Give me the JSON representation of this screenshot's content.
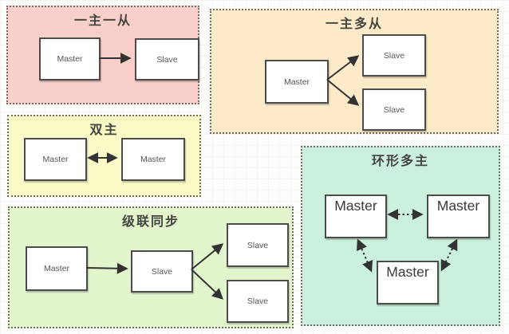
{
  "panels": [
    {
      "title": "一主一从",
      "bg": "#f9cfc9",
      "nodes": [
        {
          "label": "Master"
        },
        {
          "label": "Slave"
        }
      ],
      "edges": [
        {
          "from": "Master",
          "to": "Slave",
          "line": "solid",
          "direction": "one-way"
        }
      ]
    },
    {
      "title": "一主多从",
      "bg": "#fdeac9",
      "nodes": [
        {
          "label": "Master"
        },
        {
          "label": "Slave"
        },
        {
          "label": "Slave"
        }
      ],
      "edges": [
        {
          "from": "Master",
          "to": "Slave (top)",
          "line": "solid",
          "direction": "one-way"
        },
        {
          "from": "Master",
          "to": "Slave (bottom)",
          "line": "solid",
          "direction": "one-way"
        }
      ]
    },
    {
      "title": "双主",
      "bg": "#fafac6",
      "nodes": [
        {
          "label": "Master"
        },
        {
          "label": "Master"
        }
      ],
      "edges": [
        {
          "from": "Master (left)",
          "to": "Master (right)",
          "line": "solid",
          "direction": "two-way"
        }
      ]
    },
    {
      "title": "级联同步",
      "bg": "#e2f5cd",
      "nodes": [
        {
          "label": "Master"
        },
        {
          "label": "Slave"
        },
        {
          "label": "Slave"
        },
        {
          "label": "Slave"
        }
      ],
      "edges": [
        {
          "from": "Master",
          "to": "Slave (middle)",
          "line": "solid",
          "direction": "one-way"
        },
        {
          "from": "Slave (middle)",
          "to": "Slave (top)",
          "line": "solid",
          "direction": "one-way"
        },
        {
          "from": "Slave (middle)",
          "to": "Slave (bottom)",
          "line": "solid",
          "direction": "one-way"
        }
      ]
    },
    {
      "title": "环形多主",
      "bg": "#cbf1de",
      "nodes": [
        {
          "label": "Master"
        },
        {
          "label": "Master"
        },
        {
          "label": "Master"
        }
      ],
      "edges": [
        {
          "from": "Master (top-left)",
          "to": "Master (top-right)",
          "line": "dotted",
          "direction": "two-way"
        },
        {
          "from": "Master (top-left)",
          "to": "Master (bottom)",
          "line": "dotted",
          "direction": "two-way"
        },
        {
          "from": "Master (top-right)",
          "to": "Master (bottom)",
          "line": "dotted",
          "direction": "two-way"
        }
      ]
    }
  ],
  "colors": {
    "panel_one_master_one_slave": "#f9cfc9",
    "panel_one_master_multi_slave": "#fdeac9",
    "panel_dual_master": "#fafac6",
    "panel_cascade_sync": "#e2f5cd",
    "panel_ring_multi_master": "#cbf1de",
    "node_fill": "#ffffff",
    "node_border": "#4c4c4c",
    "arrow": "#333333",
    "panel_border": "#6e6e66",
    "title_text": "#454540"
  }
}
